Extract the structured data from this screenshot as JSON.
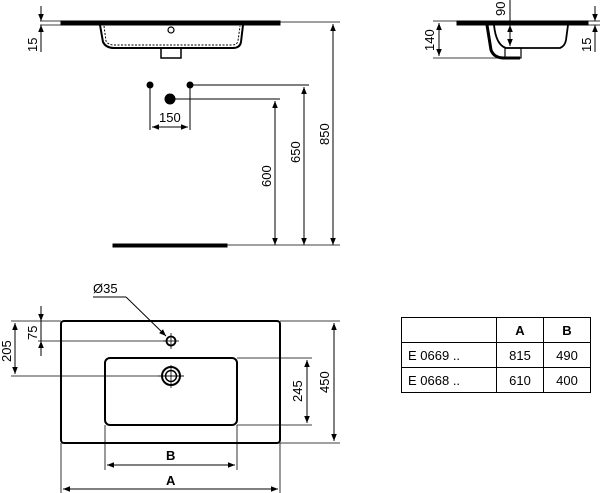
{
  "drawing": {
    "front_view": {
      "rim_thickness": "15",
      "tap_hole_spacing": "150",
      "heights": [
        "600",
        "650",
        "850"
      ]
    },
    "side_view": {
      "basin_depth": "90",
      "overall_height": "140",
      "rim_thickness": "15"
    },
    "plan_view": {
      "tap_hole_diameter": "Ø35",
      "tap_hole_offset": "75",
      "waste_offset": "205",
      "basin_depth_dim": "245",
      "overall_depth": "450",
      "basin_width_label": "B",
      "overall_width_label": "A"
    }
  },
  "spec_table": {
    "headers": [
      "",
      "A",
      "B"
    ],
    "rows": [
      {
        "model": "E 0669 ..",
        "A": "815",
        "B": "490"
      },
      {
        "model": "E 0668 ..",
        "A": "610",
        "B": "400"
      }
    ]
  }
}
